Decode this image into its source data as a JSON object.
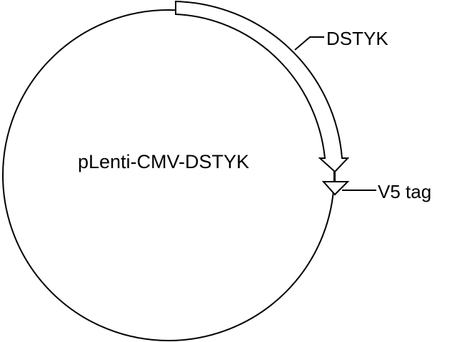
{
  "plasmid": {
    "name": "pLenti-CMV-DSTYK"
  },
  "features": [
    {
      "label": "DSTYK",
      "type": "gene-arrow"
    },
    {
      "label": "V5 tag",
      "type": "tag-marker"
    }
  ],
  "colors": {
    "stroke": "#000000",
    "fill": "#ffffff",
    "text": "#000000"
  }
}
